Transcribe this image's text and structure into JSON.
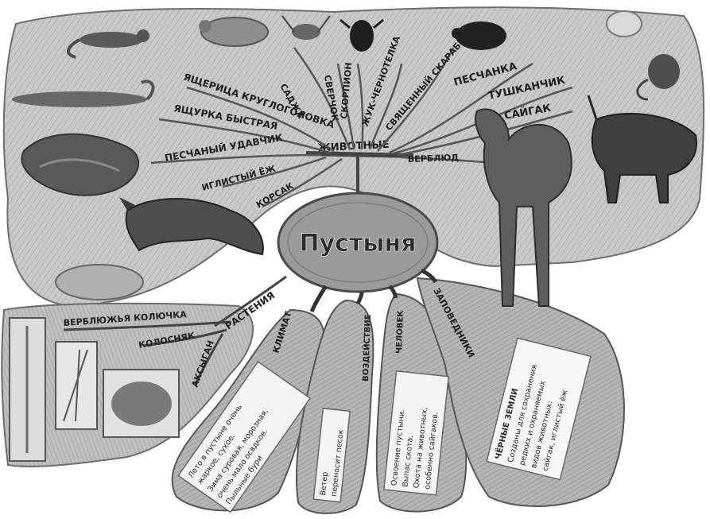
{
  "center": {
    "title": "Пустыня"
  },
  "animals": {
    "branch_label": "ЖИВОТНЫЕ",
    "items": [
      "ЯЩЕРИЦА КРУГЛОГОЛОВКА",
      "ЯЩУРКА БЫСТРАЯ",
      "ПЕСЧАНЫЙ УДАВЧИК",
      "ИГЛИСТЫЙ ЁЖ",
      "КОРСАК",
      "САДЖА",
      "СВЕРЧОК",
      "СКОРПИОН",
      "ЖУК-ЧЕРНОТЕЛКА",
      "СВЯЩЕННЫЙ СКАРАБЕЙ",
      "ПЕСЧАНКА",
      "ТУШКАНЧИК",
      "САЙГАК",
      "ВЕРБЛЮД"
    ]
  },
  "plants": {
    "branch_label": "РАСТЕНИЯ",
    "items": [
      "ВЕРБЛЮЖЬЯ КОЛЮЧКА",
      "КОЛОСНЯК",
      "АКСЫГАН"
    ]
  },
  "petals": [
    {
      "header": "КЛИМАТ",
      "lines": [
        "Лето в пустыне очень",
        "жаркое, сухое.",
        "Зима суровая, морозная,",
        "очень мало осадков.",
        "Пыльные бури"
      ]
    },
    {
      "header": "ВОЗДЕЙСТВИЕ",
      "lines": [
        "Ветер",
        "переносит песок"
      ]
    },
    {
      "header": "ЧЕЛОВЕК",
      "lines": [
        "Освоение пустыни.",
        "Выпас скота.",
        "Охота на животных,",
        "особенно сайгаков."
      ]
    },
    {
      "header": "ЗАПОВЕДНИКИ",
      "lines": [
        "ЧЁРНЫЕ ЗЕМЛИ",
        "Созданы для сохранения",
        "редких и охраняемых",
        "видов животных:",
        "сайгак, иглистый ёж"
      ]
    }
  ]
}
